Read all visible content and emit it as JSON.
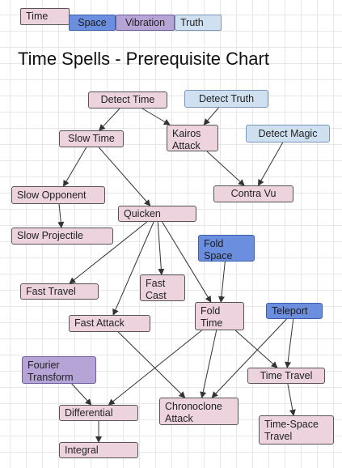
{
  "title": "Time Spells - Prerequisite Chart",
  "legend": {
    "time": "Time",
    "space": "Space",
    "vibration": "Vibration",
    "truth": "Truth"
  },
  "colors": {
    "time": "#ecd3dd",
    "space": "#6b8fde",
    "vibration": "#b6a4d6",
    "truth": "#cfe0f1",
    "edge": "#333333",
    "grid": "#e7e7e7"
  },
  "spells": {
    "detect_time": "Detect Time",
    "detect_truth": "Detect Truth",
    "slow_time": "Slow Time",
    "kairos_attack": "Kairos\nAttack",
    "detect_magic": "Detect Magic",
    "slow_opponent": "Slow Opponent",
    "contra_vu": "Contra Vu",
    "quicken": "Quicken",
    "slow_projectile": "Slow Projectile",
    "fold_space": "Fold\nSpace",
    "fast_travel": "Fast Travel",
    "fast_cast": "Fast\nCast",
    "fold_time": "Fold\nTime",
    "teleport": "Teleport",
    "fast_attack": "Fast Attack",
    "fourier_transform": "Fourier\nTransform",
    "time_travel": "Time Travel",
    "differential": "Differential",
    "chronoclone_attack": "Chronoclone\nAttack",
    "time_space_travel": "Time-Space\nTravel",
    "integral": "Integral"
  },
  "edges": [
    [
      "detect_time",
      "slow_time"
    ],
    [
      "detect_time",
      "kairos_attack"
    ],
    [
      "detect_truth",
      "kairos_attack"
    ],
    [
      "slow_time",
      "slow_opponent"
    ],
    [
      "slow_time",
      "quicken"
    ],
    [
      "slow_opponent",
      "slow_projectile"
    ],
    [
      "kairos_attack",
      "contra_vu"
    ],
    [
      "detect_magic",
      "contra_vu"
    ],
    [
      "quicken",
      "fast_travel"
    ],
    [
      "quicken",
      "fast_cast"
    ],
    [
      "quicken",
      "fast_attack"
    ],
    [
      "quicken",
      "fold_time"
    ],
    [
      "fold_space",
      "fold_time"
    ],
    [
      "fold_time",
      "differential"
    ],
    [
      "fold_time",
      "chronoclone_attack"
    ],
    [
      "fold_time",
      "time_travel"
    ],
    [
      "fast_attack",
      "chronoclone_attack"
    ],
    [
      "teleport",
      "time_travel"
    ],
    [
      "teleport",
      "chronoclone_attack"
    ],
    [
      "fourier_transform",
      "differential"
    ],
    [
      "time_travel",
      "time_space_travel"
    ],
    [
      "differential",
      "integral"
    ]
  ]
}
